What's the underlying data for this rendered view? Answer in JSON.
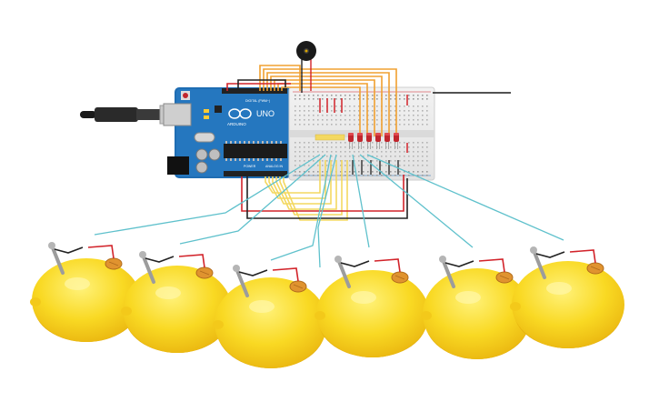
{
  "board": {
    "brand": "ARDUINO",
    "model": "UNO",
    "digital_label": "DIGITAL (PWM~)",
    "analog_label": "ANALOG IN",
    "power_label": "POWER"
  },
  "components": {
    "buzzer": "piezo-buzzer",
    "leds": 6,
    "lemons": 6
  },
  "colors": {
    "board": "#1f6db3",
    "lemon": "#f9d923",
    "led": "#c0262d",
    "wire_orange": "#f0a030",
    "wire_yellow": "#f3d860",
    "wire_teal": "#5fc1cc",
    "wire_red": "#d2232a",
    "wire_black": "#222222"
  }
}
